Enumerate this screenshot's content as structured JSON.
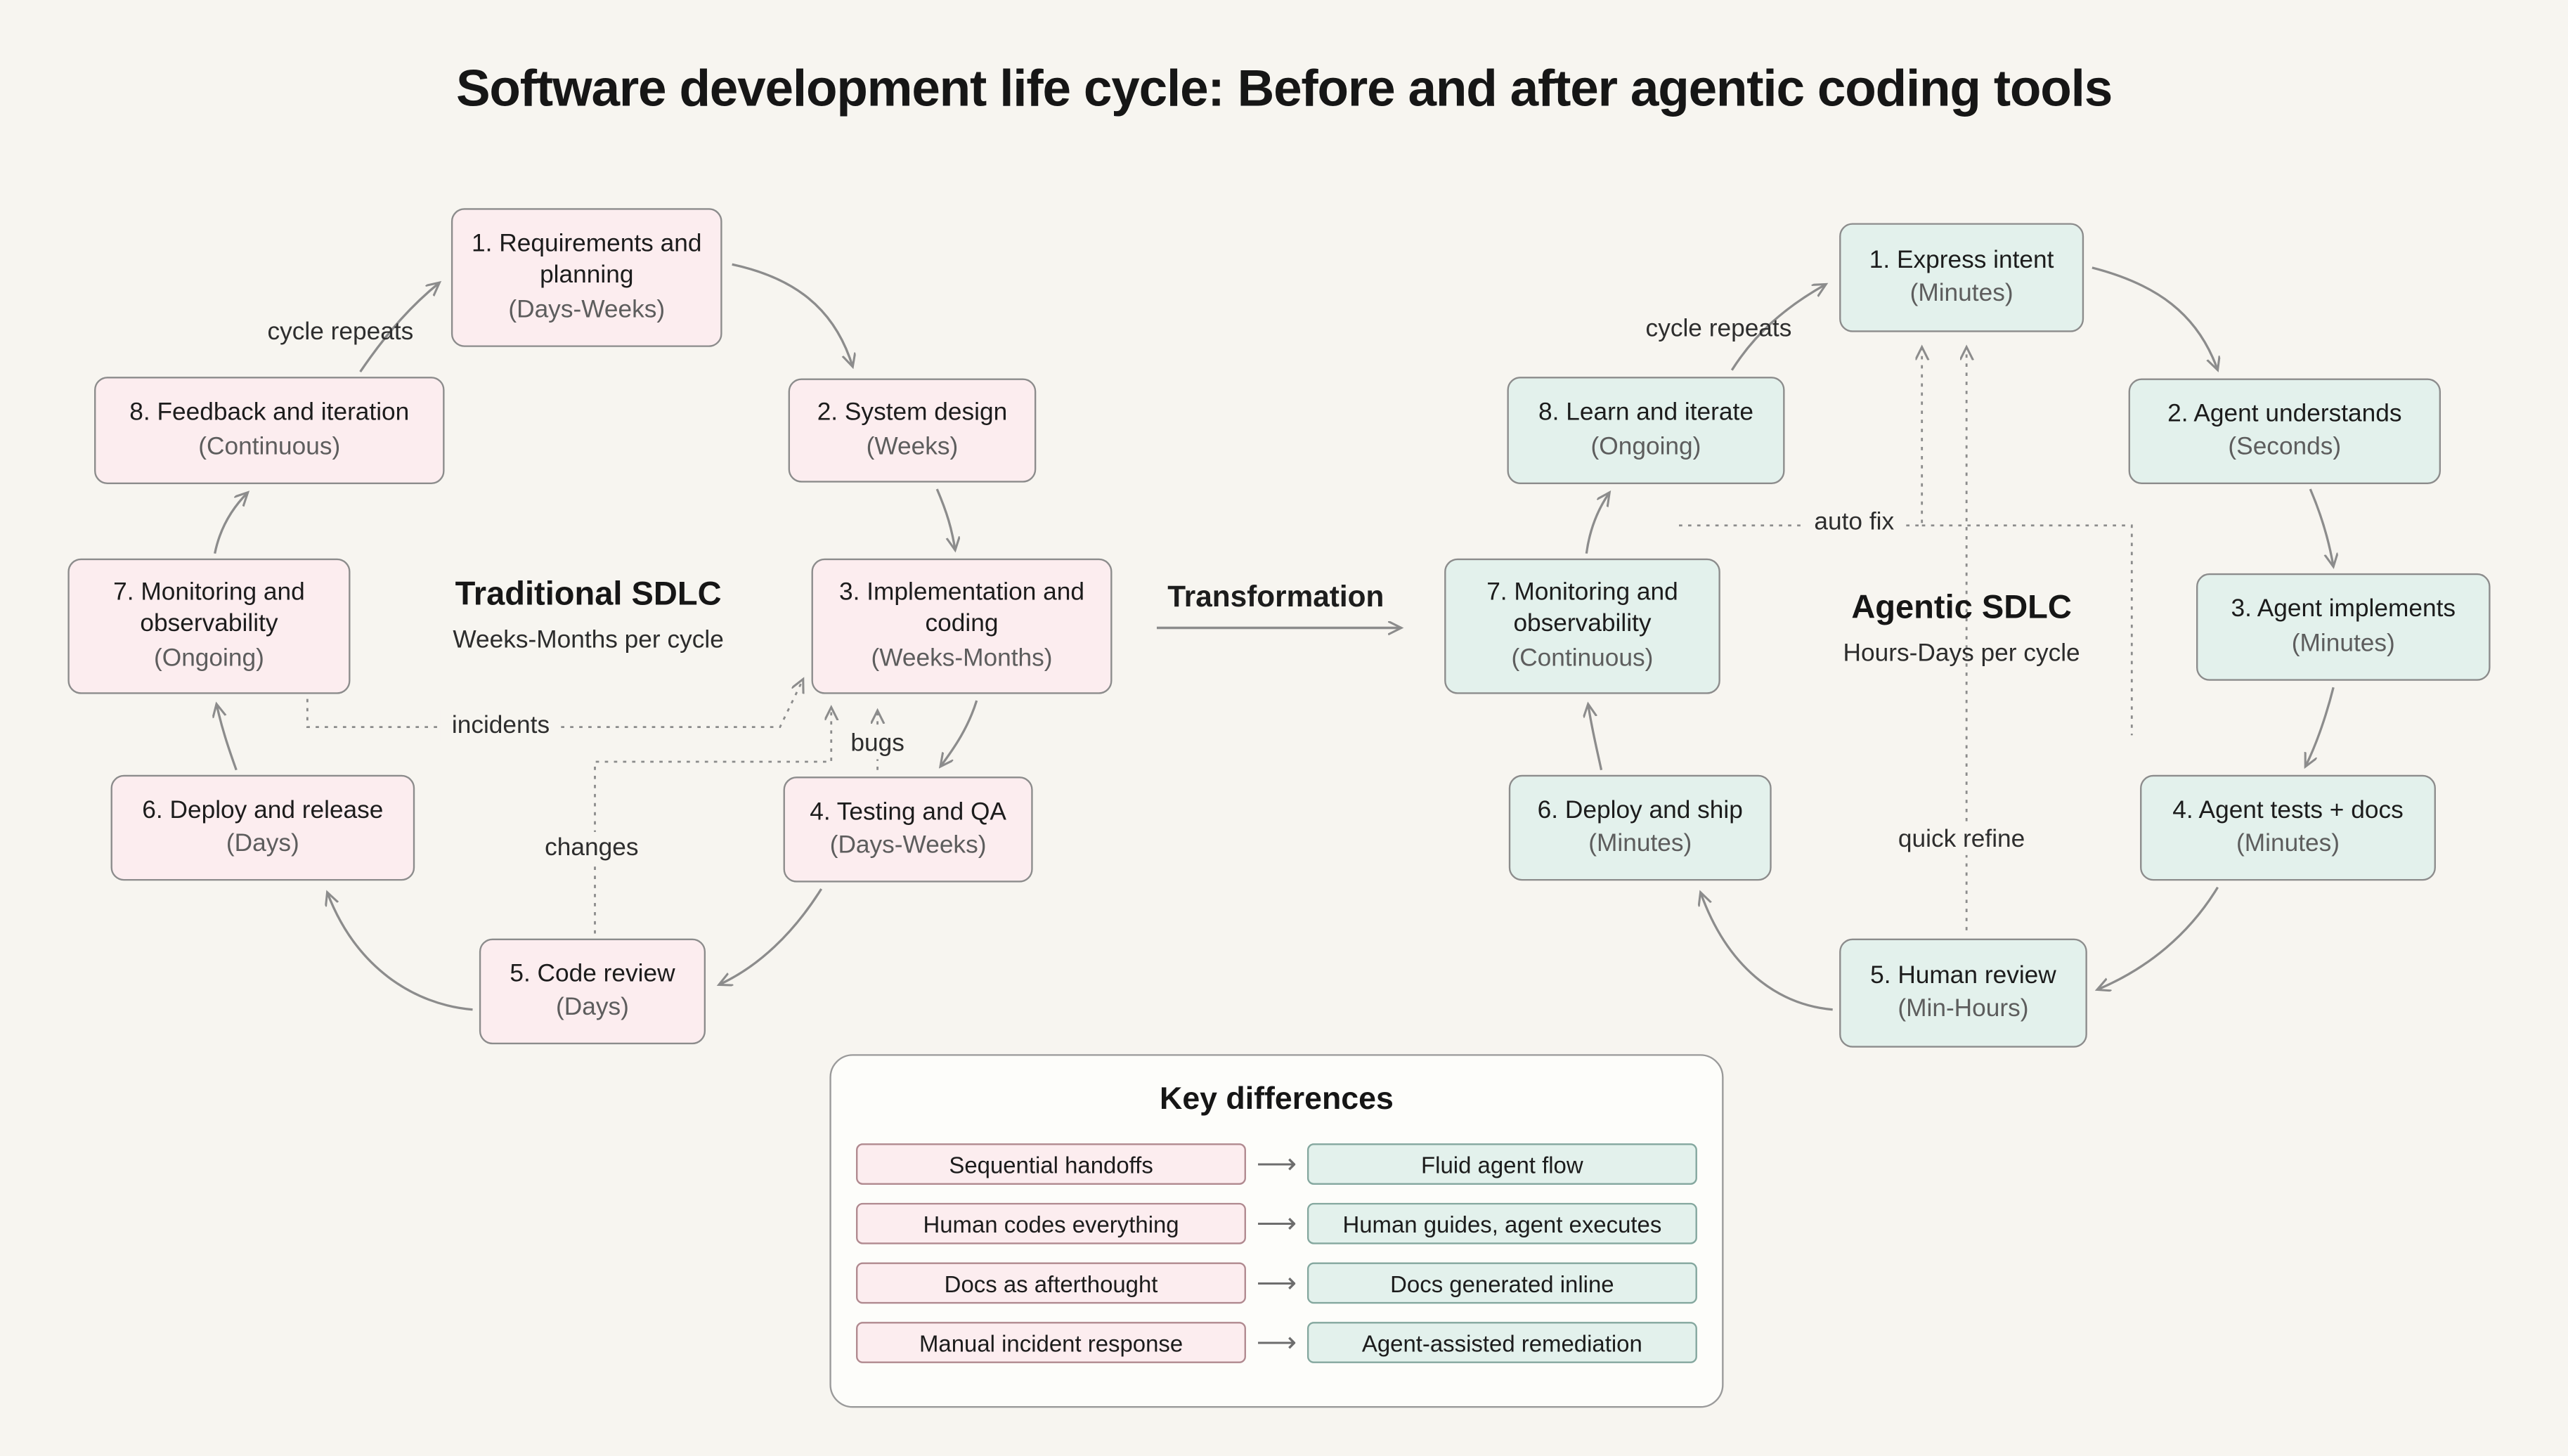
{
  "title": "Software development life cycle: Before and after agentic coding tools",
  "transformation_label": "Transformation",
  "traditional": {
    "name": "Traditional SDLC",
    "cycle_time": "Weeks-Months per cycle",
    "cycle_repeats": "cycle repeats",
    "feedback": {
      "incidents": "incidents",
      "bugs": "bugs",
      "changes": "changes"
    },
    "steps": [
      {
        "title": "1. Requirements and planning",
        "duration": "(Days-Weeks)"
      },
      {
        "title": "2. System design",
        "duration": "(Weeks)"
      },
      {
        "title": "3. Implementation and coding",
        "duration": "(Weeks-Months)"
      },
      {
        "title": "4. Testing and QA",
        "duration": "(Days-Weeks)"
      },
      {
        "title": "5. Code review",
        "duration": "(Days)"
      },
      {
        "title": "6. Deploy and release",
        "duration": "(Days)"
      },
      {
        "title": "7. Monitoring and observability",
        "duration": "(Ongoing)"
      },
      {
        "title": "8. Feedback and iteration",
        "duration": "(Continuous)"
      }
    ]
  },
  "agentic": {
    "name": "Agentic SDLC",
    "cycle_time": "Hours-Days per cycle",
    "cycle_repeats": "cycle repeats",
    "feedback": {
      "auto_fix": "auto fix",
      "quick_refine": "quick refine"
    },
    "steps": [
      {
        "title": "1. Express intent",
        "duration": "(Minutes)"
      },
      {
        "title": "2. Agent understands",
        "duration": "(Seconds)"
      },
      {
        "title": "3. Agent implements",
        "duration": "(Minutes)"
      },
      {
        "title": "4. Agent tests + docs",
        "duration": "(Minutes)"
      },
      {
        "title": "5. Human review",
        "duration": "(Min-Hours)"
      },
      {
        "title": "6. Deploy and ship",
        "duration": "(Minutes)"
      },
      {
        "title": "7. Monitoring and observability",
        "duration": "(Continuous)"
      },
      {
        "title": "8. Learn and iterate",
        "duration": "(Ongoing)"
      }
    ]
  },
  "key_differences": {
    "title": "Key differences",
    "rows": [
      {
        "before": "Sequential handoffs",
        "after": "Fluid agent flow"
      },
      {
        "before": "Human codes everything",
        "after": "Human guides, agent executes"
      },
      {
        "before": "Docs as afterthought",
        "after": "Docs generated inline"
      },
      {
        "before": "Manual incident response",
        "after": "Agent-assisted remediation"
      }
    ]
  },
  "icons": {
    "arrow_right": "⟶"
  },
  "colors": {
    "background": "#f7f5f0",
    "traditional_fill": "#fcedef",
    "agentic_fill": "#e3f1ec",
    "box_border": "#8c8c8c",
    "arrow": "#8c8c8c",
    "text": "#1c1c1c",
    "muted_text": "#5d5d5d"
  }
}
